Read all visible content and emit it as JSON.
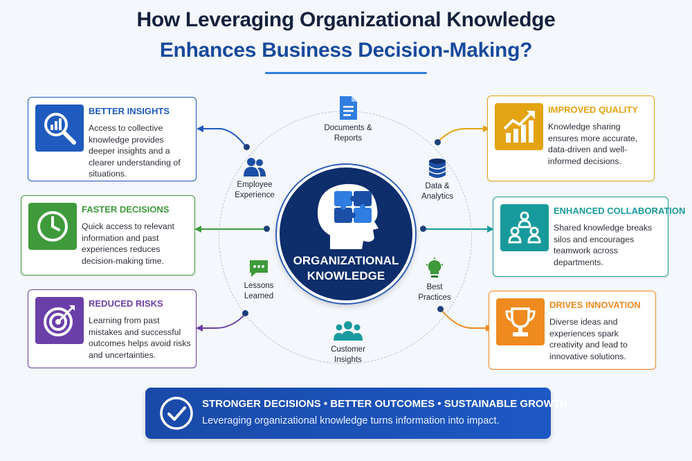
{
  "title_line1": "How Leveraging Organizational Knowledge",
  "title_line2": "Enhances Business Decision-Making?",
  "hub": {
    "label": "ORGANIZATIONAL\nKNOWLEDGE",
    "icon": "brain-puzzle-head-icon"
  },
  "nodes": [
    {
      "label": "Documents &\nReports",
      "icon": "document-icon"
    },
    {
      "label": "Data &\nAnalytics",
      "icon": "database-icon"
    },
    {
      "label": "Best\nPractices",
      "icon": "lightbulb-icon"
    },
    {
      "label": "Customer\nInsights",
      "icon": "group-icon"
    },
    {
      "label": "Lessons\nLearned",
      "icon": "chat-bubble-icon"
    },
    {
      "label": "Employee\nExperience",
      "icon": "people-icon"
    }
  ],
  "cards": [
    {
      "title": "BETTER INSIGHTS",
      "body": "Access to collective knowledge provides deeper insights and a clearer understanding of situations.",
      "color": "#1f5bbf",
      "icon": "magnifier-chart-icon"
    },
    {
      "title": "FASTER DECISIONS",
      "body": "Quick access to relevant information and past experiences reduces decision-making time.",
      "color": "#3e9a3a",
      "icon": "clock-icon"
    },
    {
      "title": "REDUCED RISKS",
      "body": "Learning from past mistakes and successful outcomes helps avoid risks and uncertainties.",
      "color": "#6b3fa8",
      "icon": "target-icon"
    },
    {
      "title": "IMPROVED QUALITY",
      "body": "Knowledge sharing ensures more accurate, data-driven and well-informed decisions.",
      "color": "#e3a313",
      "icon": "bar-chart-arrow-icon"
    },
    {
      "title": "ENHANCED COLLABORATION",
      "body": "Shared knowledge breaks silos and encourages teamwork across departments.",
      "color": "#189a9c",
      "icon": "team-icon"
    },
    {
      "title": "DRIVES INNOVATION",
      "body": "Diverse ideas and experiences spark creativity and lead to innovative solutions.",
      "color": "#ef8a1f",
      "icon": "trophy-icon"
    }
  ],
  "banner": {
    "headline": "STRONGER DECISIONS • BETTER OUTCOMES • SUSTAINABLE GROWTH",
    "subtext": "Leveraging organizational knowledge turns information into impact.",
    "icon": "checkmark-circle-icon"
  }
}
